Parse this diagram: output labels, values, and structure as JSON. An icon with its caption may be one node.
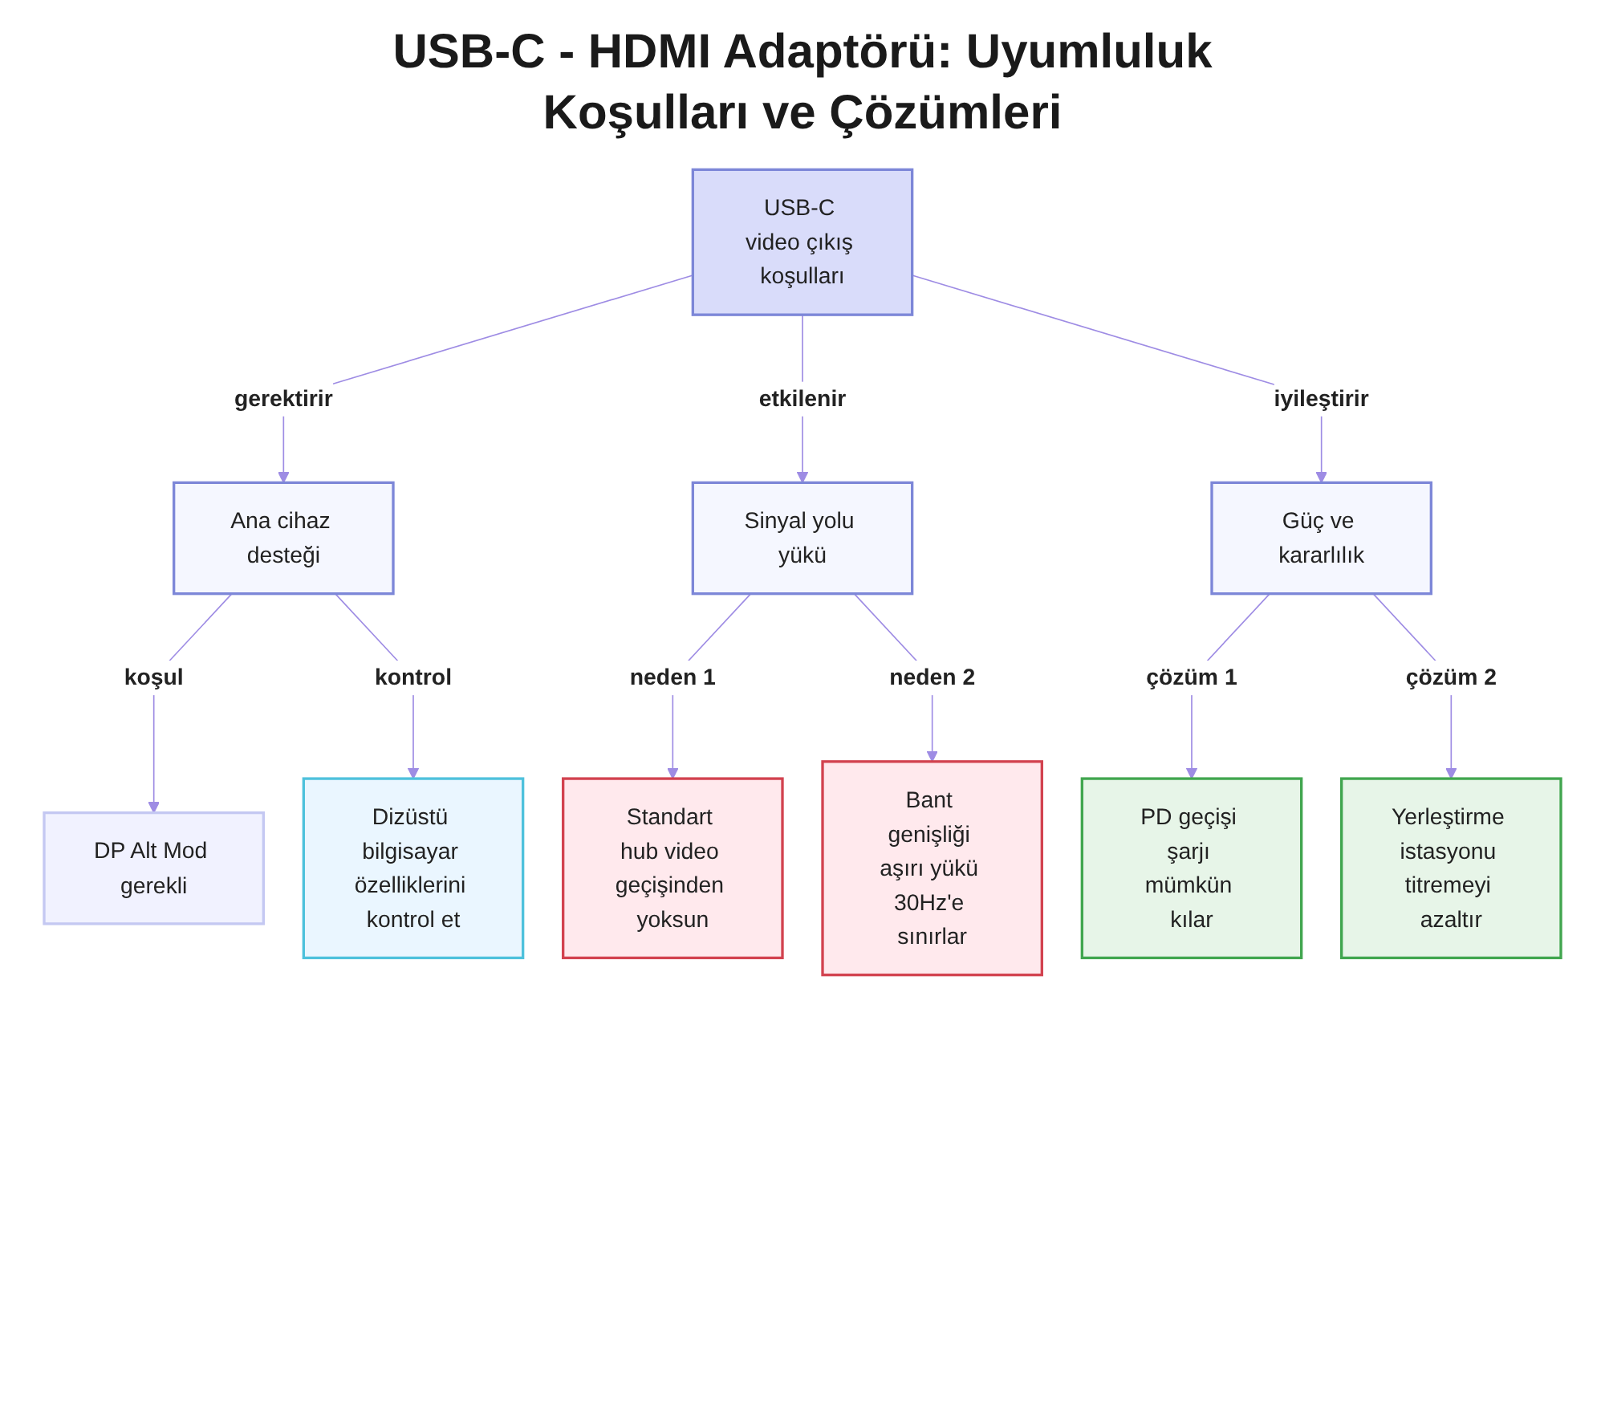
{
  "diagram": {
    "title": "USB-C - HDMI Adaptörü: Uyumluluk Koşulları ve Çözümleri",
    "nodes": [
      {
        "text": [
          "USB-C video çıkış koşulları"
        ]
      },
      {
        "text": [
          "Ana cihaz desteği"
        ]
      },
      {
        "text": [
          "Sinyal yolu yükü"
        ]
      },
      {
        "text": [
          "Güç ve kararlılık"
        ]
      },
      {
        "text": [
          "DP Alt Mod gerekli"
        ]
      },
      {
        "text": [
          "Dizüstü bilgisayar özelliklerini kontrol et"
        ]
      },
      {
        "text": [
          "Standart hub video geçişinden yoksun"
        ]
      },
      {
        "text": [
          "Bant genişliği aşırı yükü 30Hz'e sınırlar"
        ]
      },
      {
        "text": [
          "PD geçişi şarjı mümkün kılar"
        ]
      },
      {
        "text": [
          "Yerleştirme istasyonu titremeyi azaltır"
        ]
      }
    ],
    "edges": [
      {
        "from": 0,
        "to": 1,
        "arrow": "to",
        "label": "gerektirir"
      },
      {
        "from": 0,
        "to": 2,
        "arrow": "to",
        "label": "etkilenir"
      },
      {
        "from": 0,
        "to": 3,
        "arrow": "to",
        "label": "iyileştirir"
      },
      {
        "from": 1,
        "to": 4,
        "arrow": "to",
        "label": "koşul"
      },
      {
        "from": 1,
        "to": 5,
        "arrow": "to",
        "label": "kontrol"
      },
      {
        "from": 2,
        "to": 6,
        "arrow": "to",
        "label": "neden 1"
      },
      {
        "from": 2,
        "to": 7,
        "arrow": "to",
        "label": "neden 2"
      },
      {
        "from": 3,
        "to": 8,
        "arrow": "to",
        "label": "çözüm 1"
      },
      {
        "from": 3,
        "to": 9,
        "arrow": "to",
        "label": "çözüm 2"
      }
    ]
  }
}
